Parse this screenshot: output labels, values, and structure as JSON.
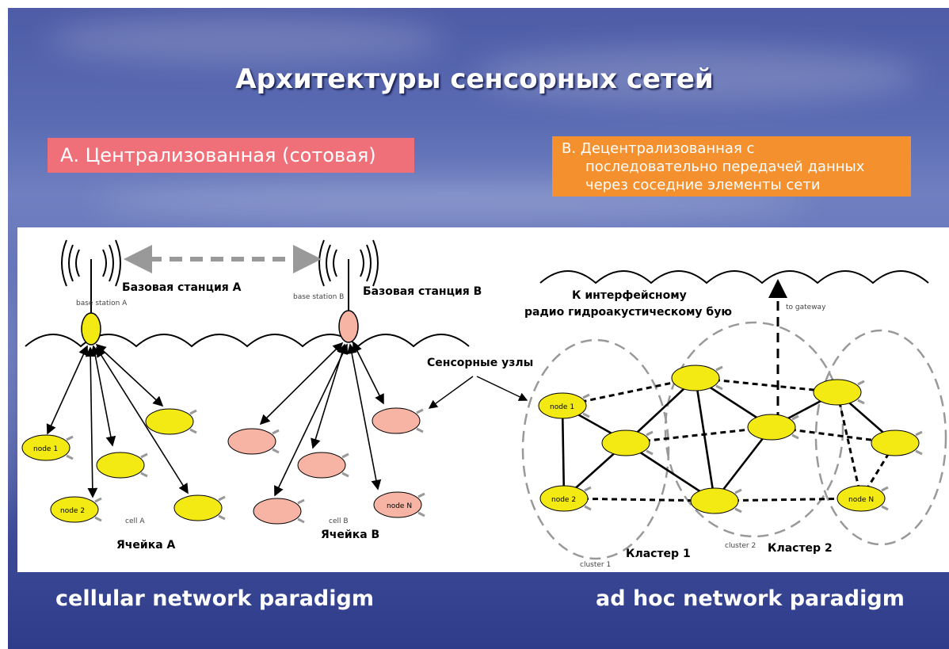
{
  "title": "Архитектуры сенсорных сетей",
  "label_a": "А. Централизованная (сотовая)",
  "label_b": [
    "В. Децентрализованная с",
    "последовательно передачей данных",
    "через соседние элементы сети"
  ],
  "diagram_left": {
    "station_a_ru": "Базовая станция А",
    "station_a_en": "base station A",
    "station_b_ru": "Базовая станция В",
    "station_b_en": "base station B",
    "nodes": [
      "node 1",
      "node 2",
      "node N"
    ],
    "cell_a_en": "cell A",
    "cell_b_en": "cell B",
    "cell_a_ru": "Ячейка А",
    "cell_b_ru": "Ячейка В"
  },
  "sensor_nodes_label": "Сенсорные узлы",
  "diagram_right": {
    "gateway_ru_1": "К интерфейсному",
    "gateway_ru_2": "радио гидроакустическому бую",
    "gateway_en": "to gateway",
    "nodes": [
      "node 1",
      "node 2",
      "node N"
    ],
    "cluster1_en": "cluster 1",
    "cluster2_en": "cluster 2",
    "cluster1_ru": "Кластер 1",
    "cluster2_ru": "Кластер 2"
  },
  "caption_left": "cellular network paradigm",
  "caption_right": "ad hoc network paradigm",
  "colors": {
    "yellow_node": "#f2ea12",
    "pink_node": "#f7b4a4",
    "label_a_bg": "#f07079",
    "label_b_bg": "#f5902e"
  }
}
